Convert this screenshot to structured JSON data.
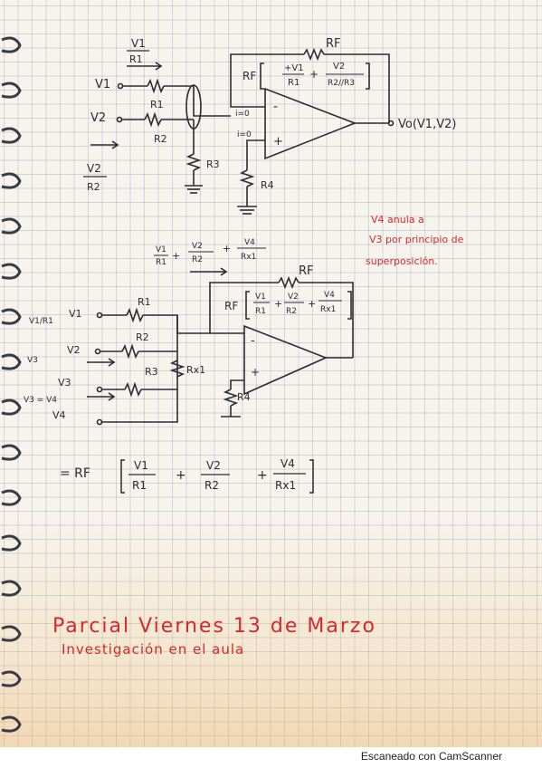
{
  "circuit1": {
    "rf": "RF",
    "in_v1": "V1",
    "in_v2": "V2",
    "r1": "R1",
    "r2": "R2",
    "r3": "R3",
    "r4": "R4",
    "v1_over_r1_num": "V1",
    "v1_over_r1_den": "R1",
    "v2_over_r2_num": "V2",
    "v2_over_r2_den": "R2",
    "minus": "-",
    "plus": "+",
    "output": "Vo(V1,V2)",
    "i0_top": "i=0",
    "i0_bottom": "i=0",
    "eq_prefix": "RF",
    "eq_t1_num": "+V1",
    "eq_t1_den": "R1",
    "eq_plus": "+",
    "eq_t2_num": "V2",
    "eq_t2_den": "R2//R3"
  },
  "note_red": {
    "line1": "V4 anula a",
    "line2": "V3 por principio de",
    "line3": "superposición."
  },
  "circuit2": {
    "top_expr_t1_num": "V1",
    "top_expr_t1_den": "R1",
    "top_expr_plus": "+",
    "top_expr_t2_num": "V2",
    "top_expr_t2_den": "R2",
    "top_expr_plus2": "+",
    "top_expr_t3_num": "V4",
    "top_expr_t3_den": "Rx1",
    "rf": "RF",
    "eq_prefix": "RF",
    "eq_t1_num": "V1",
    "eq_t1_den": "R1",
    "eq_t2_num": "V2",
    "eq_t2_den": "R2",
    "eq_t3_num": "V4",
    "eq_t3_den": "Rx1",
    "in_v1": "V1",
    "in_v2": "V2",
    "in_v3": "V3",
    "in_v4": "V4",
    "r1": "R1",
    "r2": "R2",
    "r3": "R3",
    "rx1": "Rx1",
    "r4": "R4",
    "side_v1r1": "V1/R1",
    "side_v3": "V3",
    "side_v3b": "V3 = V4",
    "minus": "-",
    "plus": "+"
  },
  "equation": {
    "prefix": "= RF",
    "t1_num": "V1",
    "t1_den": "R1",
    "plus1": "+",
    "t2_num": "V2",
    "t2_den": "R2",
    "plus2": "+",
    "t3_num": "V4",
    "t3_den": "Rx1"
  },
  "red_footer": {
    "line1": "Parcial Viernes 13 de Marzo",
    "line2": "Investigación en el aula"
  },
  "scanner": {
    "watermark": "Escaneado con CamScanner"
  }
}
